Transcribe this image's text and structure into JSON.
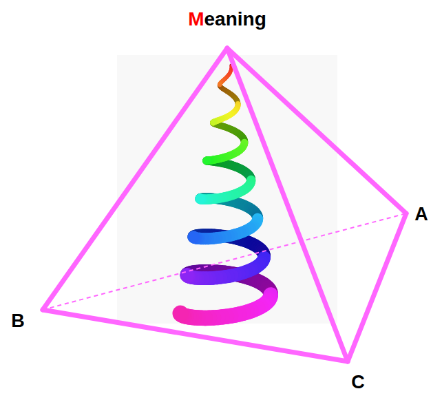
{
  "diagram": {
    "labels": [
      "Meaning",
      "A",
      "B",
      "C"
    ]
  }
}
